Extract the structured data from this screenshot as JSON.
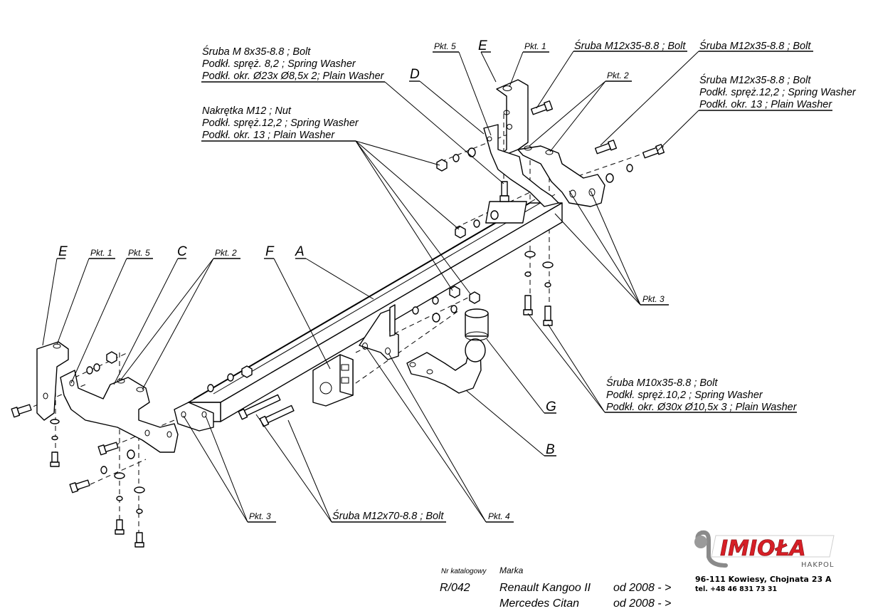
{
  "labels": {
    "bolt_m8": "Śruba M 8x35-8.8 ;  Bolt",
    "spring_washer_82": "Podkł. spręż. 8,2 ; Spring Washer",
    "plain_washer_23": "Podkł. okr. Ø23x Ø8,5x 2; Plain Washer",
    "nut_m12": "Nakrętka  M12 ; Nut",
    "spring_washer_122_left": "Podkł. spręż.12,2 ; Spring Washer",
    "plain_washer_13_left": "Podkł. okr. 13 ; Plain Washer",
    "bolt_m12_a": "Śruba M12x35-8.8 ;  Bolt",
    "bolt_m12_b": "Śruba M12x35-8.8 ;  Bolt",
    "bolt_m12_c": "Śruba M12x35-8.8 ;  Bolt",
    "spring_washer_122_right": "Podkł. spręż.12,2 ; Spring Washer",
    "plain_washer_13_right": "Podkł. okr. 13 ; Plain Washer",
    "bolt_m10": "Śruba M10x35-8.8 ;  Bolt",
    "spring_washer_102": "Podkł. spręż.10,2 ; Spring Washer",
    "plain_washer_30": "Podkł. okr. Ø30x Ø10,5x 3 ; Plain Washer",
    "bolt_m12x70": "Śruba M12x70-8.8 ;  Bolt"
  },
  "points": {
    "pkt1_top": "Pkt. 1",
    "pkt5_top": "Pkt. 5",
    "pkt2_top": "Pkt. 2",
    "pkt1_left": "Pkt. 1",
    "pkt5_left": "Pkt. 5",
    "pkt2_left": "Pkt. 2",
    "pkt3_right": "Pkt. 3",
    "pkt3_left": "Pkt. 3",
    "pkt4": "Pkt. 4"
  },
  "parts": {
    "A": "A",
    "B": "B",
    "C": "C",
    "D": "D",
    "E_top": "E",
    "E_left": "E",
    "F": "F",
    "G": "G"
  },
  "catalog": {
    "nr_label": "Nr katalogowy",
    "marka_label": "Marka",
    "number": "R/042",
    "vehicles": [
      {
        "name": "Renault Kangoo II",
        "years": "od  2008 - >"
      },
      {
        "name": "Mercedes Citan",
        "years": "od  2008 - >"
      }
    ]
  },
  "logo": {
    "brand": "IMIOŁA",
    "sub": "HAKPOL",
    "address": "96-111 Kowiesy, Chojnata 23 A",
    "phone": "tel. +48 46 831 73 31",
    "color": "#d61f26"
  }
}
